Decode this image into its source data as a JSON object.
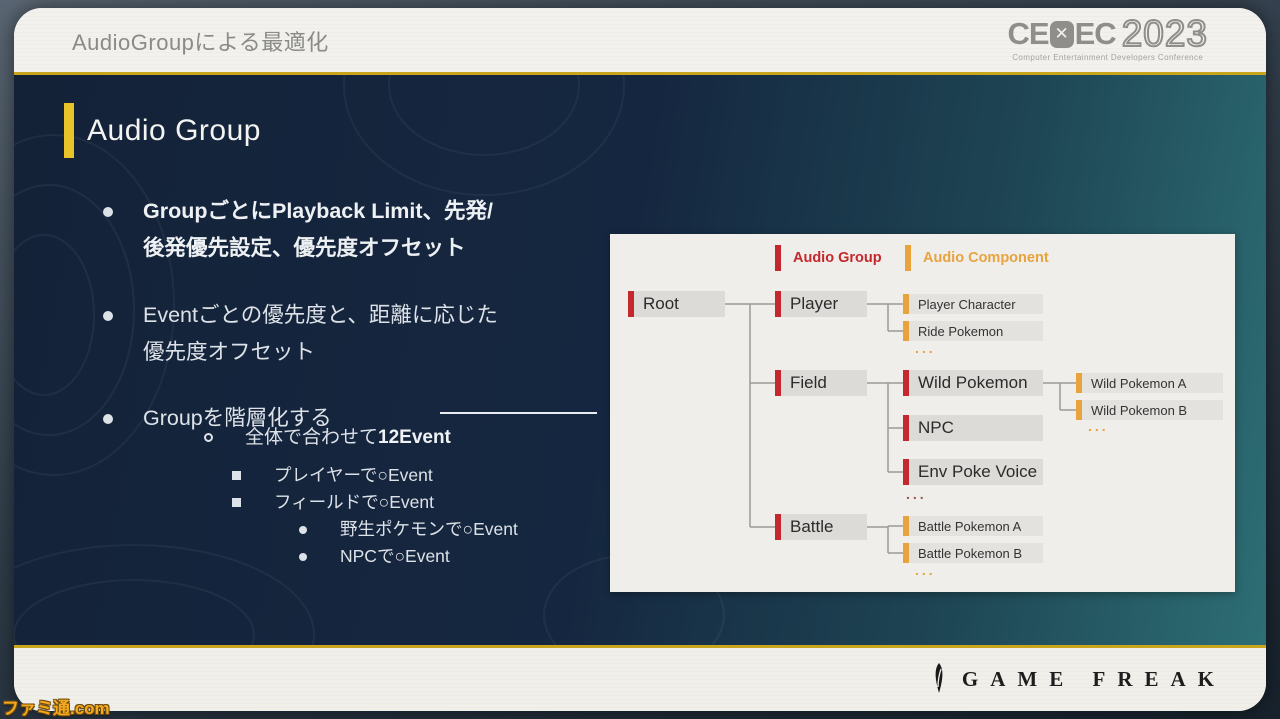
{
  "watermark": "ファミ通.com",
  "header": {
    "title": "AudioGroupによる最適化",
    "logo": {
      "ce": "CE",
      "x": "✕",
      "ec": "EC",
      "year": "2023",
      "subtitle": "Computer Entertainment Developers Conference"
    }
  },
  "slide": {
    "heading": "Audio Group",
    "bullets": {
      "b1_line1": "GroupごとにPlayback Limit、先発/",
      "b1_line2": "後発優先設定、優先度オフセット",
      "b2_line1": "Eventごとの優先度と、距離に応じた",
      "b2_line2": "優先度オフセット",
      "b3": "Groupを階層化する",
      "sub1_prefix": "全体で合わせて",
      "sub1_bold": "12Event",
      "sq1": "プレイヤーで○Event",
      "sq2": "フィールドで○Event",
      "dot1": "野生ポケモンで○Event",
      "dot2": "NPCで○Event"
    }
  },
  "diagram": {
    "legend": {
      "group": "Audio Group",
      "component": "Audio Component"
    },
    "colors": {
      "group": "#c4282d",
      "component": "#e8a33d",
      "panel": "#efeeeb"
    },
    "nodes": {
      "root": "Root",
      "player": "Player",
      "field": "Field",
      "battle": "Battle",
      "player_character": "Player Character",
      "ride_pokemon": "Ride Pokemon",
      "wild_pokemon": "Wild Pokemon",
      "npc": "NPC",
      "env_poke_voice": "Env Poke Voice",
      "wild_pokemon_a": "Wild Pokemon A",
      "wild_pokemon_b": "Wild Pokemon B",
      "battle_pokemon_a": "Battle Pokemon A",
      "battle_pokemon_b": "Battle Pokemon B",
      "ellipsis": "..."
    }
  },
  "footer": {
    "logo": "GAME FREAK"
  }
}
